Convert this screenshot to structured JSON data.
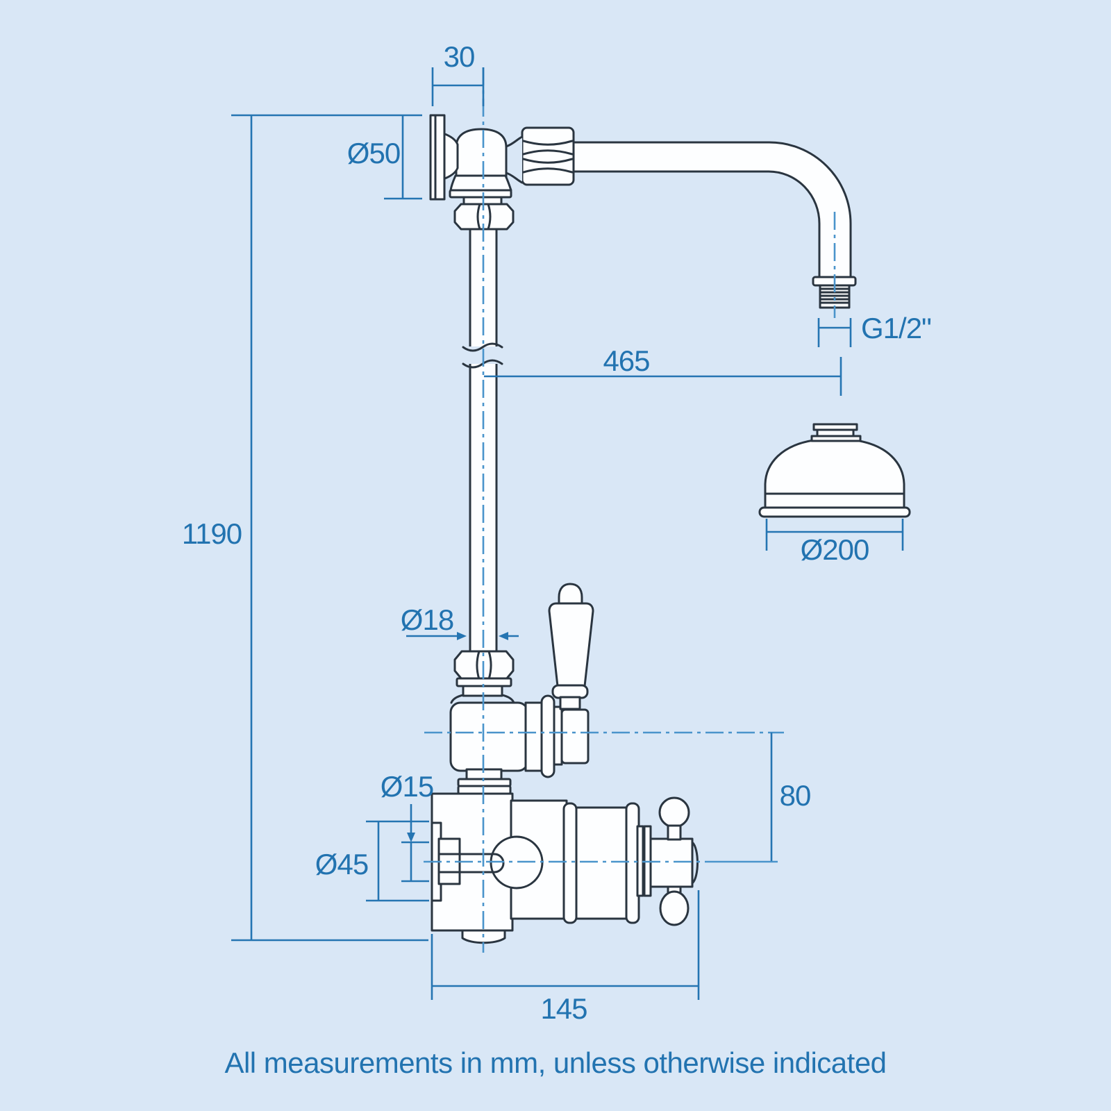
{
  "drawing": {
    "kind": "technical-dimension-diagram",
    "subject": "traditional exposed shower valve with rigid riser, shower arm and bell shower head",
    "note": "All measurements in mm, unless otherwise indicated"
  },
  "dims": {
    "flange_offset": "30",
    "flange_dia": "Ø50",
    "thread": "G1/2\"",
    "reach": "465",
    "height": "1190",
    "head_dia": "Ø200",
    "riser_dia": "Ø18",
    "inlet_dia": "Ø15",
    "union_dia": "Ø45",
    "port_offset": "80",
    "valve_width": "145"
  },
  "colors": {
    "background": "#d9e7f6",
    "line_art": "#2a3540",
    "dimension_lines": "#2575b2",
    "centerlines": "#4a94cb",
    "label_text": "#2273b0"
  }
}
